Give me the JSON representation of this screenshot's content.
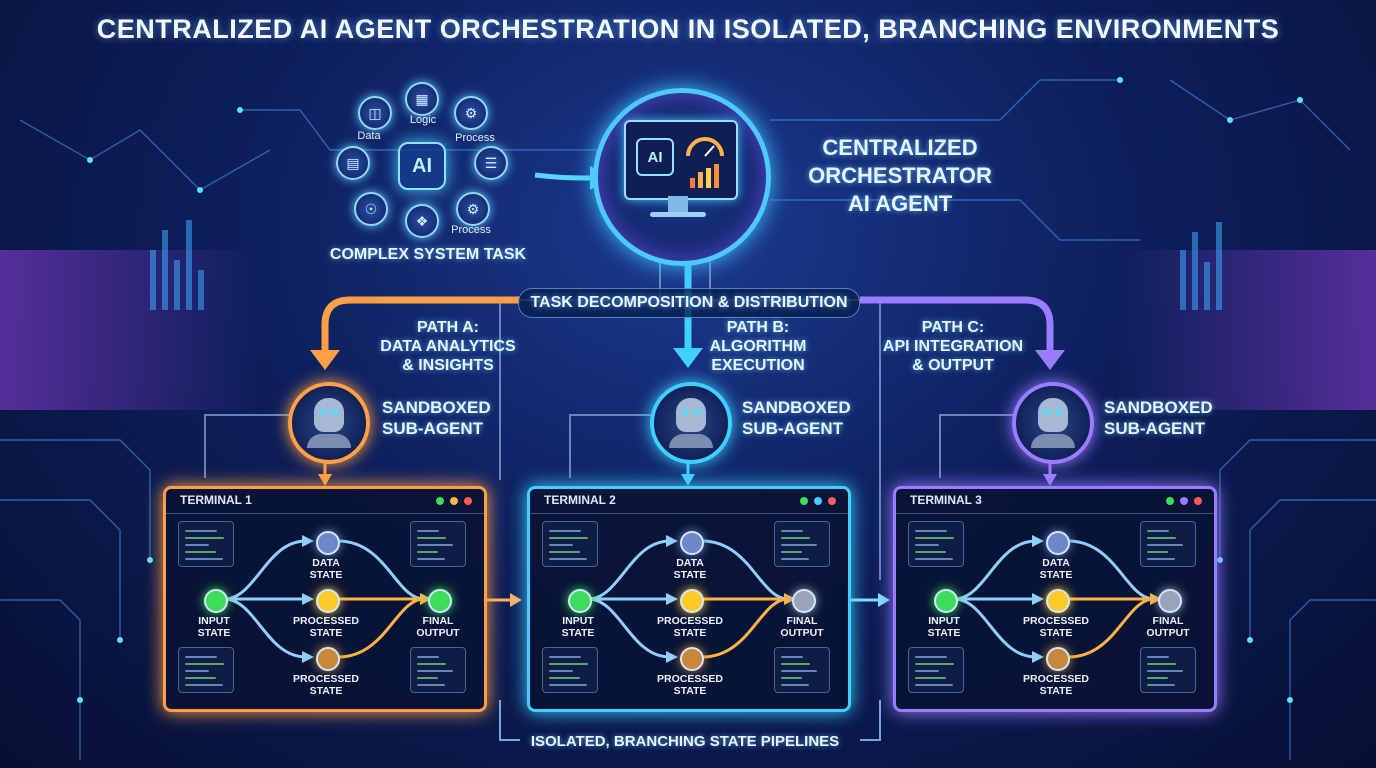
{
  "title": "CENTRALIZED AI AGENT ORCHESTRATION IN ISOLATED, BRANCHING ENVIRONMENTS",
  "task": {
    "caption": "COMPLEX SYSTEM TASK",
    "center_label": "AI",
    "ring_labels": [
      "Data",
      "Logic",
      "Process",
      "Process"
    ]
  },
  "orchestrator": {
    "label_line1": "CENTRALIZED",
    "label_line2": "ORCHESTRATOR",
    "label_line3": "AI AGENT",
    "screen_ai": "AI"
  },
  "distribution_label": "TASK DECOMPOSITION & DISTRIBUTION",
  "paths": [
    {
      "title_line1": "PATH A:",
      "title_line2": "DATA ANALYTICS",
      "title_line3": "& INSIGHTS",
      "agent_line1": "SANDBOXED",
      "agent_line2": "SUB-AGENT",
      "terminal": "TERMINAL 1",
      "accent": "#ff9f45"
    },
    {
      "title_line1": "PATH B:",
      "title_line2": "ALGORITHM",
      "title_line3": "EXECUTION",
      "agent_line1": "SANDBOXED",
      "agent_line2": "SUB-AGENT",
      "terminal": "TERMINAL 2",
      "accent": "#3fd0ff"
    },
    {
      "title_line1": "PATH C:",
      "title_line2": "API INTEGRATION",
      "title_line3": "& OUTPUT",
      "agent_line1": "SANDBOXED",
      "agent_line2": "SUB-AGENT",
      "terminal": "TERMINAL 3",
      "accent": "#9a7cff"
    }
  ],
  "states": {
    "input_line1": "INPUT",
    "input_line2": "STATE",
    "data_line1": "DATA",
    "data_line2": "STATE",
    "processed_line1": "PROCESSED",
    "processed_line2": "STATE",
    "final_line1": "FINAL",
    "final_line2": "OUTPUT"
  },
  "bottom_caption": "ISOLATED, BRANCHING STATE PIPELINES",
  "colors": {
    "green": "#3ddc5a",
    "yellow": "#ffc928",
    "orange": "#ff9f45",
    "cyan": "#3fd0ff",
    "violet": "#9a7cff"
  }
}
